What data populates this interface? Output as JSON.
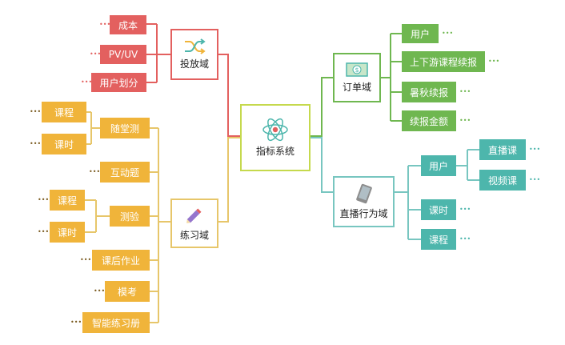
{
  "center": {
    "label": "指标系统"
  },
  "domains": {
    "traffic": {
      "label": "投放域",
      "color": "#e3605f",
      "items": [
        "成本",
        "PV/UV",
        "用户划分"
      ]
    },
    "practice": {
      "label": "练习域",
      "color": "#f0b43a",
      "items": [
        {
          "label": "随堂测",
          "children": [
            "课程",
            "课时"
          ]
        },
        {
          "label": "互动题"
        },
        {
          "label": "测验",
          "children": [
            "课程",
            "课时"
          ]
        },
        {
          "label": "课后作业"
        },
        {
          "label": "模考"
        },
        {
          "label": "智能练习册"
        }
      ]
    },
    "order": {
      "label": "订单域",
      "color": "#6fb750",
      "items": [
        "用户",
        "上下游课程续报",
        "暑秋续报",
        "续报金额"
      ]
    },
    "live": {
      "label": "直播行为域",
      "color": "#4db6ac",
      "items": [
        {
          "label": "用户",
          "children": [
            "直播课",
            "视频课"
          ]
        },
        {
          "label": "课时"
        },
        {
          "label": "课程"
        }
      ]
    }
  },
  "colors": {
    "center_border": "#c5d94d",
    "practice_line": "#e7c66a",
    "order_line": "#9ac98a",
    "live_line": "#78c6c0"
  },
  "icons": {
    "center": "atom-icon",
    "traffic": "shuffle-icon",
    "practice": "pencil-icon",
    "order": "money-icon",
    "live": "tablet-icon"
  }
}
